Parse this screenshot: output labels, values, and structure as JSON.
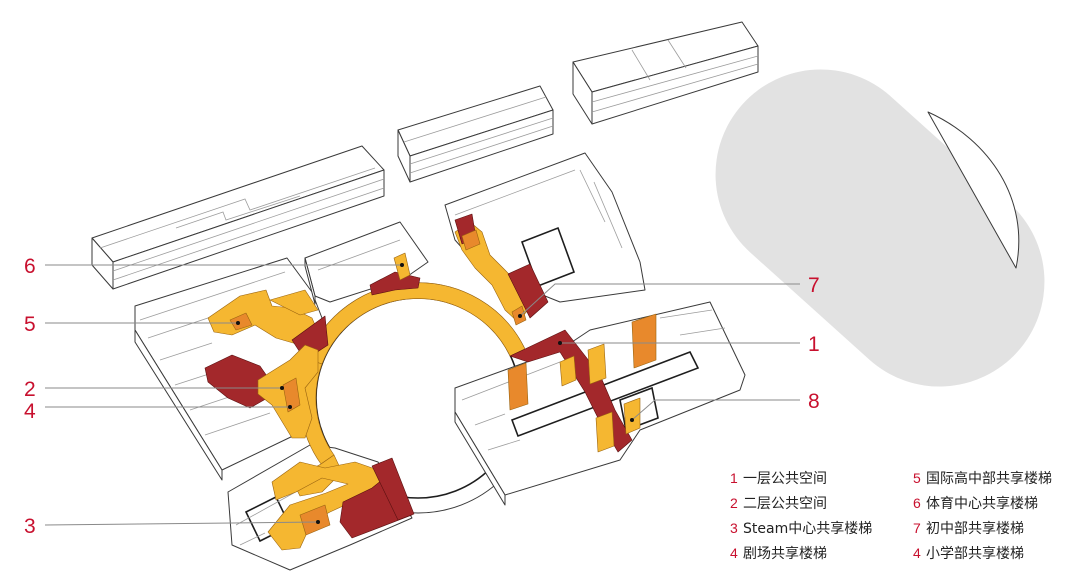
{
  "colors": {
    "label_red": "#c8102e",
    "stair_yellow": "#f5b731",
    "stair_orange": "#e8892c",
    "stair_dark": "#a3282b",
    "field_gray": "#e2e2e2"
  },
  "callouts": [
    {
      "num": "6"
    },
    {
      "num": "5"
    },
    {
      "num": "2"
    },
    {
      "num": "4"
    },
    {
      "num": "3"
    },
    {
      "num": "7"
    },
    {
      "num": "1"
    },
    {
      "num": "8"
    }
  ],
  "legend": {
    "items": [
      {
        "num": "1",
        "text": "一层公共空间"
      },
      {
        "num": "2",
        "text": "二层公共空间"
      },
      {
        "num": "3",
        "text": "Steam中心共享楼梯"
      },
      {
        "num": "4",
        "text": "剧场共享楼梯"
      },
      {
        "num": "5",
        "text": "国际高中部共享楼梯"
      },
      {
        "num": "6",
        "text": "体育中心共享楼梯"
      },
      {
        "num": "7",
        "text": "初中部共享楼梯"
      },
      {
        "num": "4",
        "text": "小学部共享楼梯"
      }
    ]
  }
}
